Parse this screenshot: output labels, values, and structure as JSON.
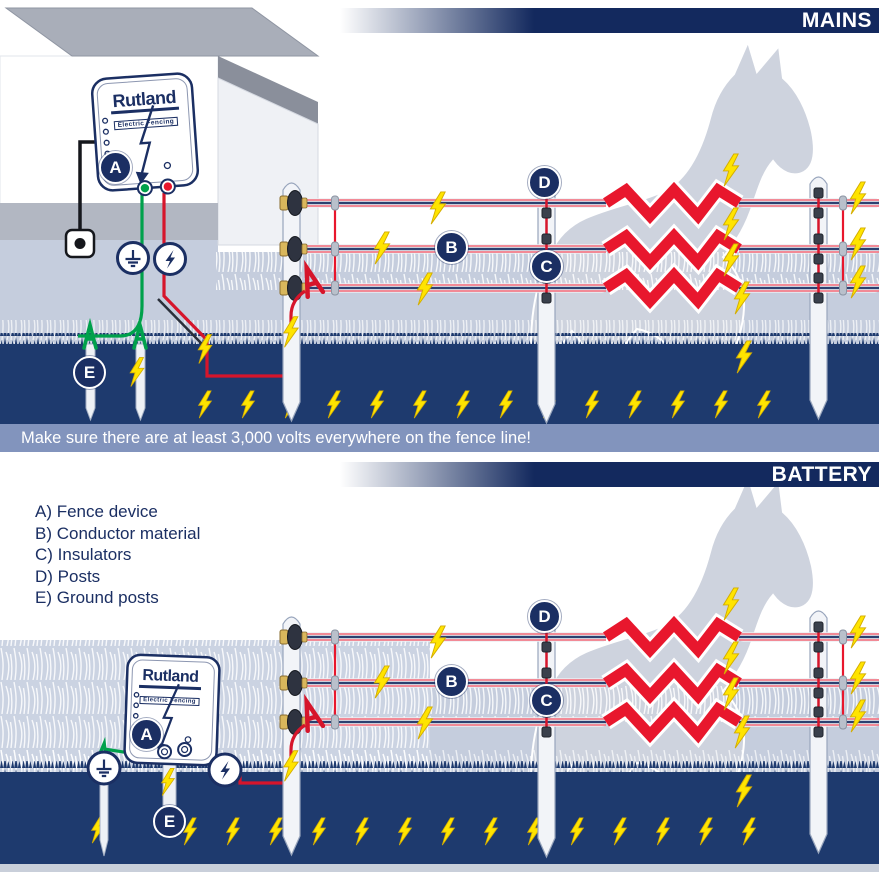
{
  "mains": {
    "banner": "MAINS",
    "caption": "Make sure there are at least 3,000 volts everywhere on the fence line!"
  },
  "battery": {
    "banner": "BATTERY"
  },
  "legend": {
    "items": [
      "A) Fence device",
      "B) Conductor material",
      "C) Insulators",
      "D) Posts",
      "E) Ground posts"
    ]
  },
  "device": {
    "brand": "Rutland",
    "subtitle": "Electric Fencing"
  },
  "labels": {
    "a": "A",
    "b": "B",
    "c": "C",
    "d": "D",
    "e": "E"
  },
  "icons": [
    "earth-icon",
    "lightning-icon",
    "bolt-icon"
  ],
  "colors": {
    "banner_navy": "#13295e",
    "ground_navy": "#1e3a6e",
    "wire_red": "#d6152b",
    "bolt_yellow": "#ffe400",
    "earth_green": "#00a14b",
    "field_slate": "#c5cddd",
    "horse_gray": "#ced3de",
    "caption_bg": "#8294bd"
  }
}
